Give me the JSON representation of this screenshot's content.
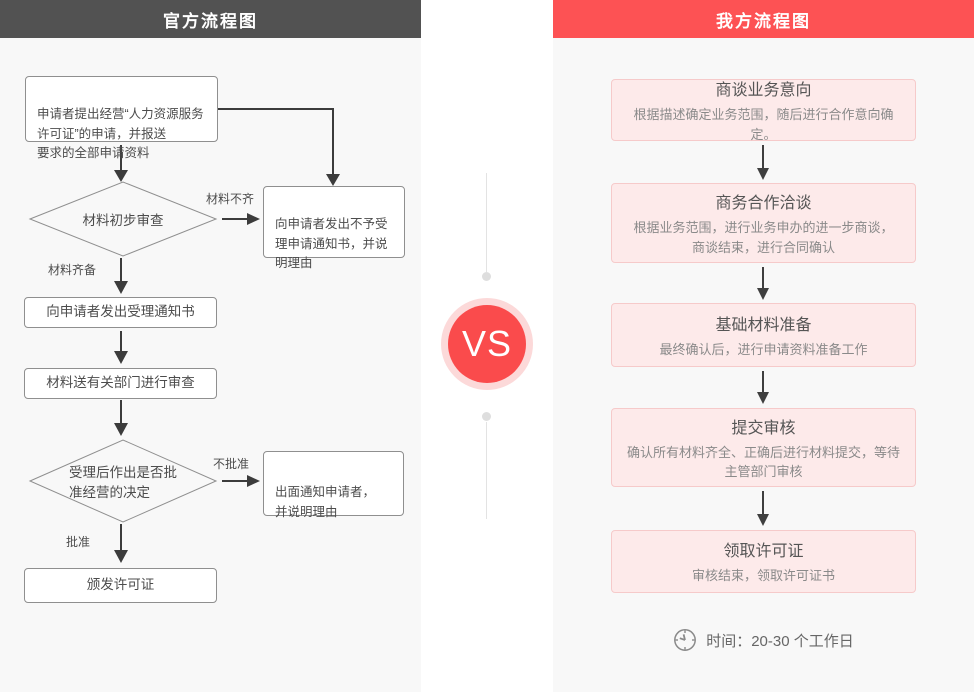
{
  "left_panel": {
    "header": "官方流程图",
    "nodes": {
      "start": "申请者提出经营“人力资源服务\n许可证”的申请，并报送\n要求的全部申请资料",
      "decision1": "材料初步审查",
      "reject1": "向申请者发出不予受\n理申请通知书，并说\n明理由",
      "accept_notice": "向申请者发出受理通知书",
      "review": "材料送有关部门进行审查",
      "decision2": "受理后作出是否批\n准经营的决定",
      "reject2": "出面通知申请者，\n并说明理由",
      "license": "颁发许可证"
    },
    "edge_labels": {
      "incomplete": "材料不齐",
      "complete": "材料齐备",
      "not_approved": "不批准",
      "approved": "批准"
    }
  },
  "vs_badge": {
    "label": "VS"
  },
  "right_panel": {
    "header": "我方流程图",
    "steps": [
      {
        "title": "商谈业务意向",
        "desc": "根据描述确定业务范围，随后进行合作意向确定。"
      },
      {
        "title": "商务合作洽谈",
        "desc": "根据业务范围，进行业务申办的进一步商谈，\n商谈结束，进行合同确认"
      },
      {
        "title": "基础材料准备",
        "desc": "最终确认后，进行申请资料准备工作"
      },
      {
        "title": "提交审核",
        "desc": "确认所有材料齐全、正确后进行材料提交，等待\n主管部门审核"
      },
      {
        "title": "领取许可证",
        "desc": "审核结束，领取许可证书"
      }
    ],
    "footer": {
      "icon": "clock-icon",
      "text": "时间：20-30 个工作日"
    }
  },
  "colors": {
    "header_dark": "#525252",
    "header_red": "#fd5254",
    "panel_bg": "#f8f8f8",
    "pink_box_bg": "#fdeaea",
    "pink_box_border": "#f6caca",
    "vs_inner": "#fa4b4c",
    "vs_ring": "#fcd9d9",
    "arrow": "#3c3c3c"
  }
}
